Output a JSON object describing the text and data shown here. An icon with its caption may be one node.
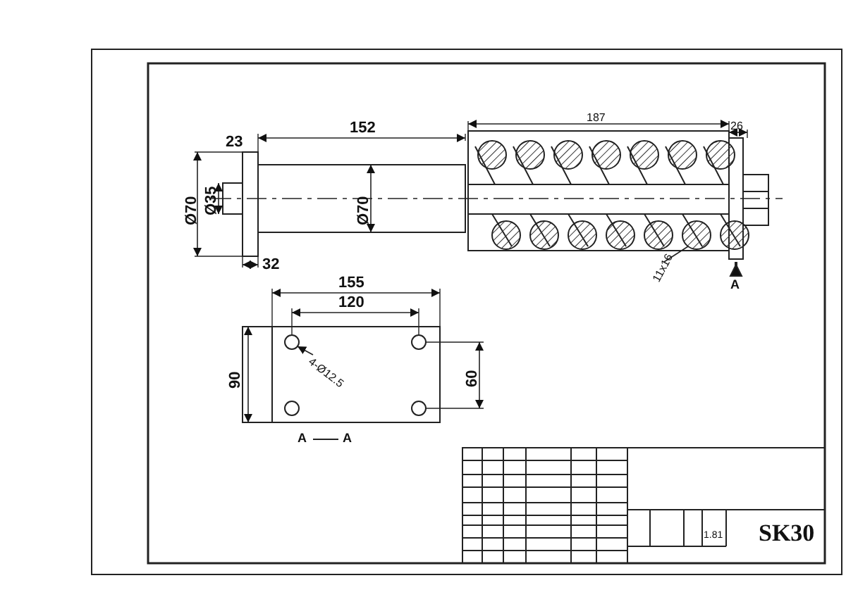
{
  "diagram": {
    "nodes": [
      {
        "text": [
          "11x16"
        ]
      },
      {
        "text": [],
        "shape": "circle"
      },
      {
        "text": [
          "4-Ø12.5"
        ]
      },
      {
        "text": [],
        "shape": "circle"
      }
    ],
    "edges": [
      {
        "from": 0,
        "to": 1,
        "arrow": "none"
      },
      {
        "from": 2,
        "to": 3,
        "arrow": "to"
      }
    ],
    "labels": [
      "23",
      "152",
      "187",
      "26",
      "Ø70",
      "Ø35",
      "Ø70",
      "32",
      "A",
      "155",
      "120",
      "90",
      "60",
      "A",
      "A",
      "1.81",
      "SK30"
    ]
  }
}
